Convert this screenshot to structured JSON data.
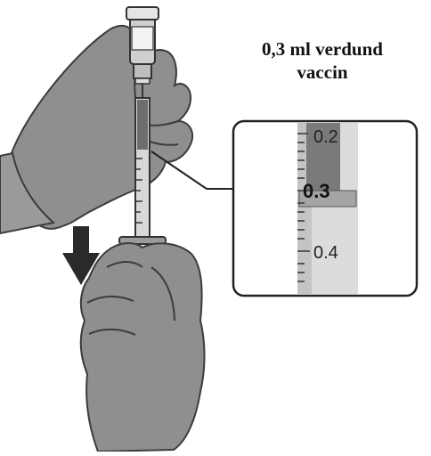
{
  "caption": {
    "line1": "0,3 ml verdund",
    "line2": "vaccin"
  },
  "scale": {
    "labels": [
      "0.2",
      "0.3",
      "0.4"
    ]
  },
  "icons": {
    "direction": "down-arrow-icon"
  },
  "colors": {
    "glove": "#8f8f8f",
    "glove_stroke": "#3c3c3c",
    "syringe_body": "#d8d8d8",
    "plunger_dark": "#5a5a5a",
    "arrow": "#2a2a2a"
  }
}
